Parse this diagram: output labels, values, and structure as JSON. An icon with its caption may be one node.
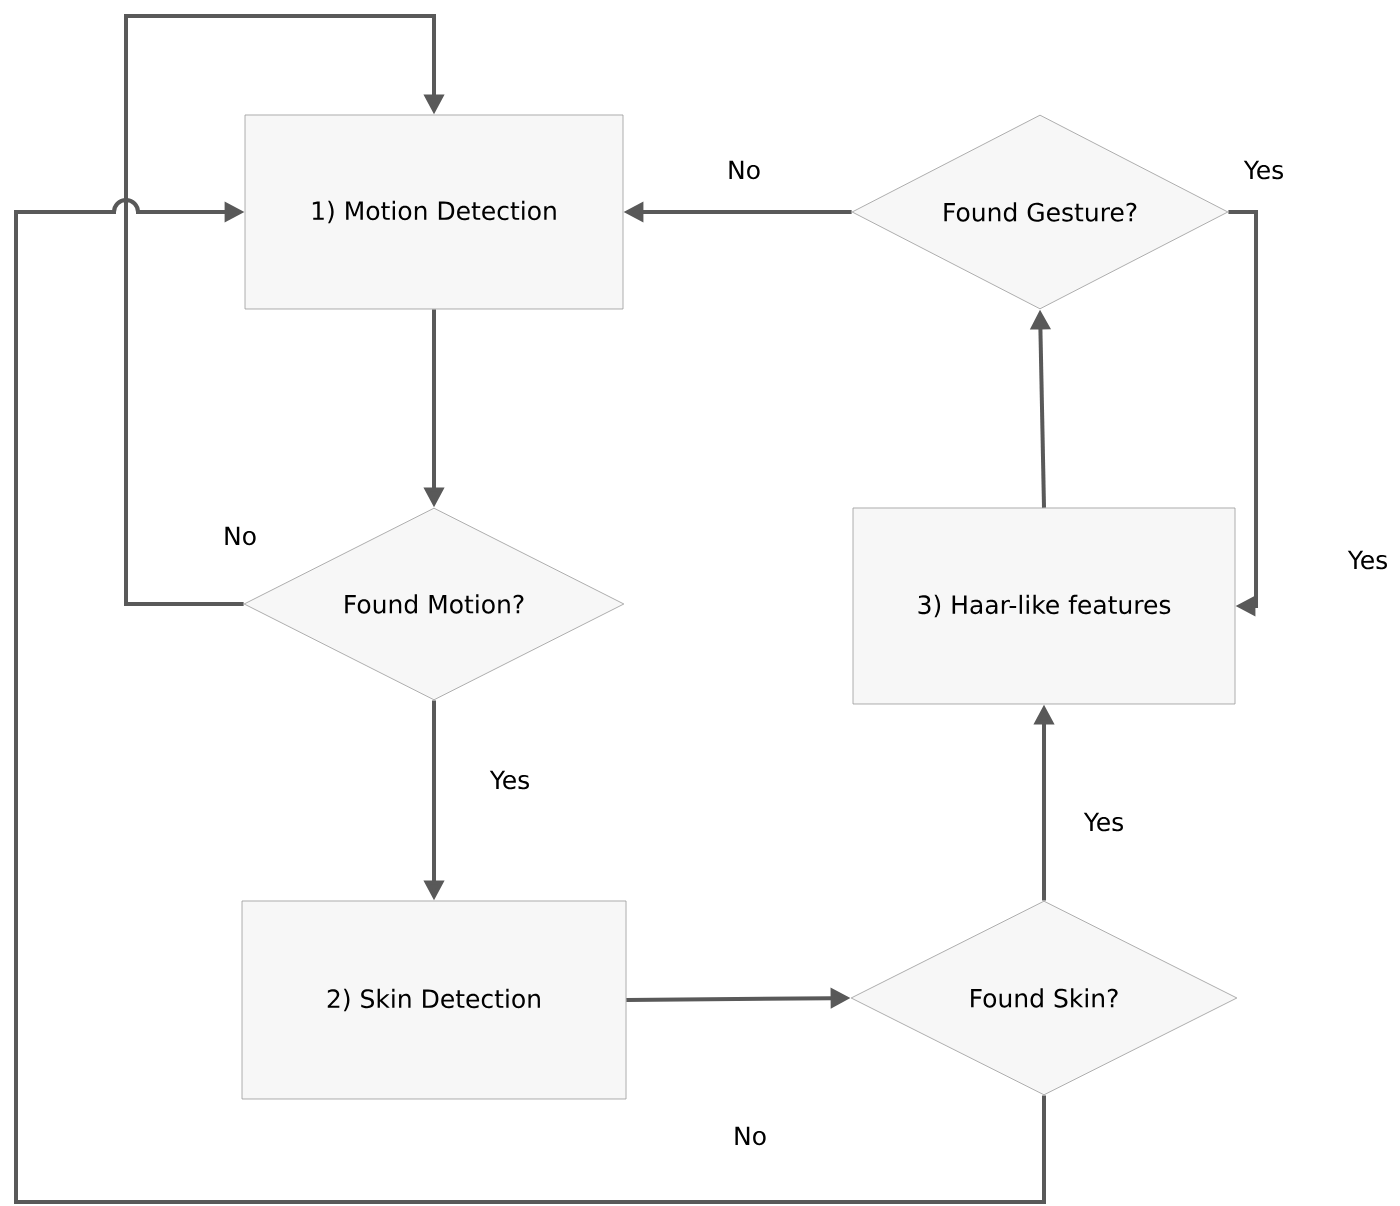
{
  "diagram": {
    "nodes": [
      {
        "text": [
          "1) Motion Detection"
        ]
      },
      {
        "text": [
          "Found Motion?"
        ]
      },
      {
        "text": [
          "2) Skin Detection"
        ]
      },
      {
        "text": [
          "Found Skin?"
        ]
      },
      {
        "text": [
          "3) Haar-like features"
        ]
      },
      {
        "text": [
          "Found Gesture?"
        ]
      }
    ],
    "edges": [
      {
        "from": 0,
        "to": 1,
        "arrow": "to"
      },
      {
        "from": 1,
        "to": 0,
        "arrow": "to",
        "label": "No"
      },
      {
        "from": 1,
        "to": 2,
        "arrow": "to",
        "label": "Yes"
      },
      {
        "from": 2,
        "to": 3,
        "arrow": "to"
      },
      {
        "from": 3,
        "to": 4,
        "arrow": "to",
        "label": "Yes"
      },
      {
        "from": 3,
        "to": 0,
        "arrow": "to",
        "label": "No"
      },
      {
        "from": 4,
        "to": 5,
        "arrow": "to"
      },
      {
        "from": 5,
        "to": 0,
        "arrow": "to",
        "label": "No"
      },
      {
        "from": 5,
        "to": 4,
        "arrow": "to",
        "label": "Yes"
      }
    ],
    "labels": [
      "Yes"
    ]
  }
}
